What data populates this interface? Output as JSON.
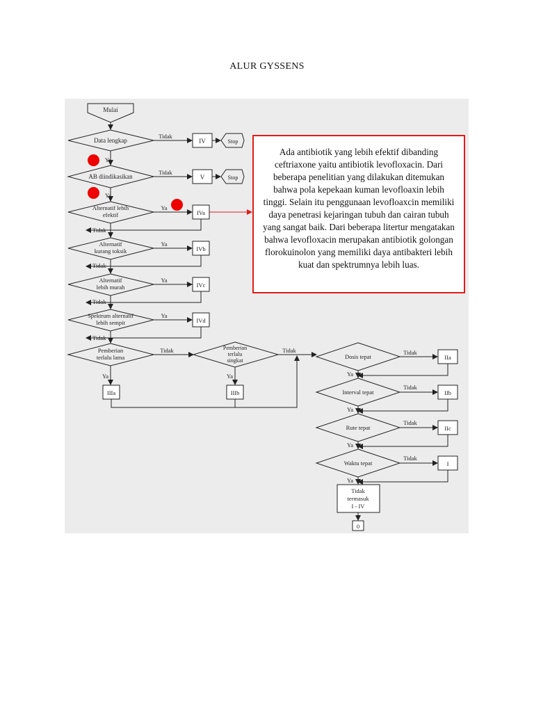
{
  "page": {
    "title": "ALUR GYSSENS"
  },
  "note": {
    "text": "Ada antibiotik yang lebih efektif dibanding ceftriaxone yaitu antibiotik levofloxacin. Dari beberapa penelitian yang dilakukan ditemukan bahwa pola kepekaan kuman levofloaxin lebih tinggi. Selain itu penggunaan levofloaxcin memiliki daya penetrasi kejaringan tubuh dan cairan tubuh yang sangat baik. Dari beberapa litertur mengatakan bahwa levofloxacin merupakan antibiotik golongan florokuinolon yang memiliki daya antibakteri lebih kuat dan spektrumnya lebih luas.",
    "border_color": "#e01b1b"
  },
  "highlight_color": "#ee0000",
  "flowchart": {
    "start": "Mulai",
    "yes": "Ya",
    "no": "Tidak",
    "stop": "Stop",
    "decisions": {
      "data_lengkap": "Data lengkap",
      "ab_diindikasikan": "AB diindikasikan",
      "alt_efektif": [
        "Alternatif lebih",
        "efektif"
      ],
      "alt_toksik": [
        "Alternatif",
        "kurang toksik"
      ],
      "alt_murah": [
        "Alternatif",
        "lebih murah"
      ],
      "alt_spektrum": [
        "Spektrum alternatif",
        "lebih sempit"
      ],
      "pemberian_lama": [
        "Pemberian",
        "terlalu lama"
      ],
      "pemberian_singkat": [
        "Pemberian",
        "terlalu",
        "singkat"
      ],
      "dosis": "Dosis tepat",
      "interval": "Interval tepat",
      "rute": "Rute tepat",
      "waktu": "Waktu tepat"
    },
    "categories": {
      "iv": "IV",
      "v": "V",
      "iva": "IVa",
      "ivb": "IVb",
      "ivc": "IVc",
      "ivd": "IVd",
      "iiia": "IIIa",
      "iiib": "IIIb",
      "iia": "IIa",
      "iib": "IIb",
      "iic": "IIc",
      "i": "I",
      "zero": "0"
    },
    "not_included": [
      "Tidak",
      "termasuk",
      "I - IV"
    ]
  }
}
